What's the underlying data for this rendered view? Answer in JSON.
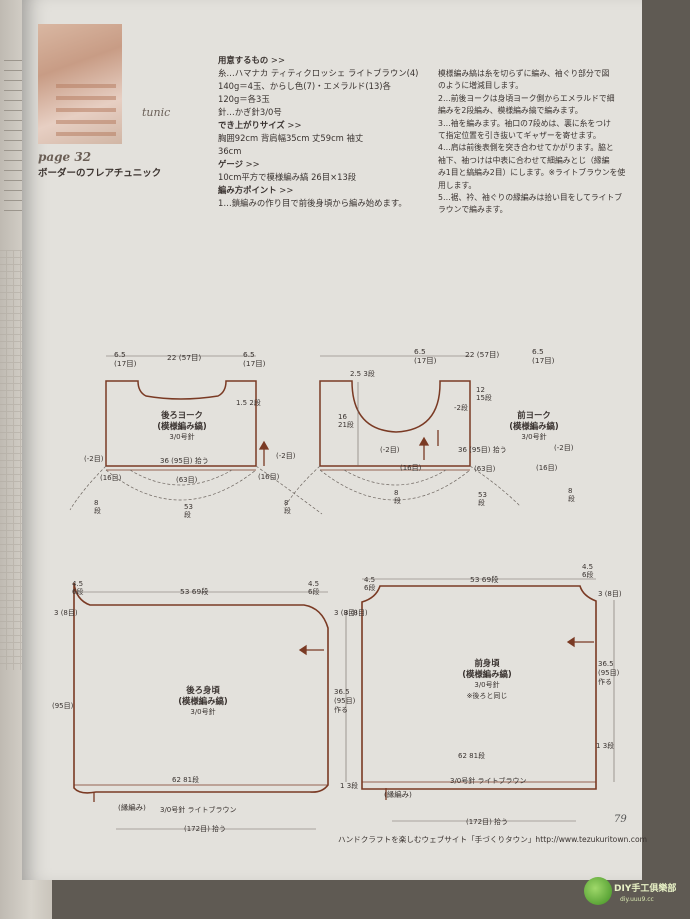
{
  "page": {
    "page_label": "page 32",
    "design_name": "ボーダーのフレアチュニック",
    "tunic_word": "tunic",
    "folio": "79"
  },
  "materials": {
    "heading": "用意するもの",
    "yarn_line1": "糸…ハマナカ ティティクロッシェ ライトブラウン(4)",
    "yarn_line2": "140g＝4玉、からし色(7)・エメラルド(13)各",
    "yarn_line3": "120g＝各3玉",
    "needle": "針…かぎ針3/0号"
  },
  "finished_size": {
    "heading": "でき上がりサイズ",
    "line1": "胸囲92cm 背肩幅35cm 丈59cm 袖丈",
    "line2": "36cm"
  },
  "gauge": {
    "heading": "ゲージ",
    "line1": "10cm平方で模様編み縞 26目×13段"
  },
  "points": {
    "heading": "編み方ポイント",
    "step1": "1…鎖編みの作り目で前後身頃から編み始めます。",
    "right_intro1": "模様編み縞は糸を切らずに編み、袖ぐり部分で図",
    "right_intro2": "のように増減目します。",
    "step2a": "2…前後ヨークは身頃ヨーク側からエメラルドで細",
    "step2b": "編みを2段編み、模様編み縞で編みます。",
    "step3": "3…袖を編みます。袖口の7段めは、裏に糸をつけ",
    "step3b": "て指定位置を引き抜いてギャザーを寄せます。",
    "step4a": "4…肩は前後表側を突き合わせてかがります。脇と",
    "step4b": "袖下、袖つけは中表に合わせて細編みとじ（縁編",
    "step4c": "み1目と縞編み2目）にします。※ライトブラウンを使",
    "step4d": "用します。",
    "step5a": "5…裾、衿、袖ぐりの縁編みは拾い目をしてライトブ",
    "step5b": "ラウンで編みます。"
  },
  "arrow_symbol": ">>",
  "back_yoke": {
    "w_side_left": "6.5",
    "w_side_left_sts": "(17目)",
    "w_center": "22 (57目)",
    "w_side_right": "6.5",
    "w_side_right_sts": "(17目)",
    "neck_dec": "1.5",
    "neck_dec_rows": "2段",
    "title": "後ろヨーク",
    "subtitle": "(模様編み縞)",
    "needle": "3/0号針",
    "minus_left": "(-2目)",
    "minus_right": "(-2目)",
    "pickup": "36 (95目) 拾う",
    "bottom_sts": "(63目)",
    "left_16": "(16目)",
    "right_16": "(16目)",
    "bottom_8_left": "8",
    "bottom_8_left_rows": "段",
    "bottom_53": "53",
    "bottom_53_rows": "段",
    "bottom_8_right": "8",
    "bottom_8_right_rows": "段"
  },
  "front_yoke": {
    "w_side_left": "6.5",
    "w_side_left_sts": "(17目)",
    "w_center": "22 (57目)",
    "w_side_right": "6.5",
    "w_side_right_sts": "(17目)",
    "h_top": "2.5",
    "h_top_rows": "3段",
    "neck_depth": "12",
    "neck_depth_rows": "15段",
    "h_total": "16",
    "h_total_rows": "21段",
    "neck_minus": "-2段",
    "title": "前ヨーク",
    "subtitle": "(模様編み縞)",
    "needle": "3/0号針",
    "minus_left": "(-2目)",
    "minus_right": "(-2目)",
    "pickup": "36 (95目) 拾う",
    "bottom_sts": "(63目)",
    "left_16": "(16目)",
    "right_16": "(16目)",
    "bottom_8_left": "8",
    "bottom_8_left_rows": "段",
    "bottom_53": "53",
    "bottom_53_rows": "段",
    "bottom_8_right": "8",
    "bottom_8_right_rows": "段"
  },
  "back_body": {
    "side_left": "4.5",
    "side_left_rows": "6段",
    "top_width": "53",
    "top_width_rows": "69段",
    "side_right": "4.5",
    "side_right_rows": "6段",
    "left_h": "3",
    "left_h_rows": "(8目)",
    "right_h": "3",
    "right_h_rows": "(8目)",
    "left_long": "(95目)",
    "right_long": "36.5",
    "right_long_sts": "(95目)",
    "right_long_note": "作る",
    "title": "後ろ身頃",
    "subtitle": "(模様編み縞)",
    "needle": "3/0号針",
    "bottom_62": "62",
    "bottom_62_rows": "81段",
    "right_bottom": "1",
    "right_bottom_rows": "3段",
    "edge_label": "(縁編み)",
    "edge_needle": "3/0号針 ライトブラウン",
    "pickup": "(172目) 拾う"
  },
  "front_body": {
    "side_left": "4.5",
    "side_left_rows": "6段",
    "top_width": "53",
    "top_width_rows": "69段",
    "side_right": "4.5",
    "side_right_rows": "6段",
    "left_h": "3",
    "left_h_rows": "(8目)",
    "right_h": "3",
    "right_h_rows": "(8目)",
    "right_long": "36.5",
    "right_long_sts": "(95目)",
    "right_long_note": "作る",
    "title": "前身頃",
    "subtitle": "(模様編み縞)",
    "needle": "3/0号針",
    "note": "※後ろと同じ",
    "bottom_62": "62",
    "bottom_62_rows": "81段",
    "right_bottom": "1",
    "right_bottom_rows": "3段",
    "edge_label": "(縁編み)",
    "edge_needle": "3/0号針 ライトブラウン",
    "pickup": "(172目) 拾う"
  },
  "footer": {
    "text": "ハンドクラフトを楽しむウェブサイト「手づくりタウン」http://www.tezukuritown.com",
    "url": "http://www.tezukuritown.com"
  },
  "watermark": {
    "label": "DIY手工俱樂部",
    "url": "diy.uuu9.cc"
  },
  "colors": {
    "line_brown": "#7a3a24",
    "text_dark": "#3a3330",
    "paper": "#e3e1dc"
  }
}
